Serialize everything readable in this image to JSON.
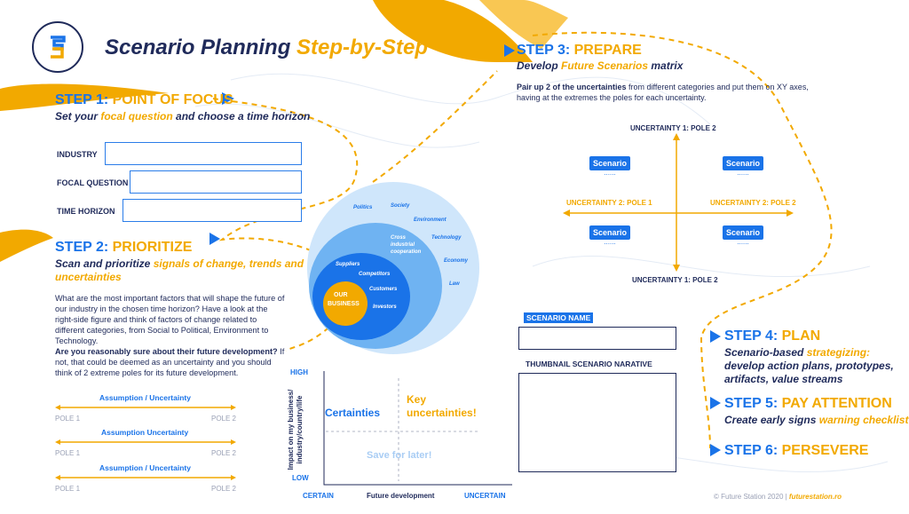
{
  "header": {
    "title_main": "Scenario Planning ",
    "title_accent": "Step-by-Step"
  },
  "step1": {
    "label": "STEP 1:",
    "name": "POINT OF FOCUS",
    "sub_a": "Set your ",
    "sub_b": "focal question",
    "sub_c": " and choose a time horizon",
    "fields": [
      {
        "label": "INDUSTRY",
        "value": ""
      },
      {
        "label": "FOCAL QUESTION",
        "value": ""
      },
      {
        "label": "TIME HORIZON",
        "value": ""
      }
    ]
  },
  "step2": {
    "label": "STEP 2:",
    "name": "PRIORITIZE",
    "sub_a": "Scan and prioritize ",
    "sub_b": "signals of change, trends and",
    "sub_c": "uncertainties",
    "para1": "What are the most important factors that will shape the future of our industry in the chosen time horizon? Have a look at the right-side figure and think of factors of change related to different categories, from Social to Political, Environment to Technology.",
    "para2_bold": "Are you reasonably sure about their future development?",
    "para2_rest": " If not, that could be deemed as an uncertainty and you should think of 2 extreme poles for its future development.",
    "rows": [
      {
        "label": "Assumption / Uncertainty",
        "pole1": "POLE 1",
        "pole2": "POLE 2"
      },
      {
        "label": "Assumption  Uncertainty",
        "pole1": "POLE 1",
        "pole2": "POLE 2"
      },
      {
        "label": "Assumption / Uncertainty",
        "pole1": "POLE 1",
        "pole2": "POLE 2"
      }
    ]
  },
  "circles": {
    "outer": [
      "Politics",
      "Society",
      "Environment",
      "Technology",
      "Economy",
      "Law"
    ],
    "middle": [
      "Cross",
      "industrial",
      "cooperation"
    ],
    "inner": [
      "Suppliers",
      "Competitors",
      "Customers",
      "Investors"
    ],
    "core": [
      "OUR",
      "BUSINESS"
    ]
  },
  "matrix2x2": {
    "high": "HIGH",
    "low": "LOW",
    "ylabel_1": "Impact on my business/",
    "ylabel_2": "industry/country/life",
    "certain": "CERTAIN",
    "uncertain": "UNCERTAIN",
    "xlabel": "Future development",
    "q_cert": "Certainties",
    "q_key_1": "Key",
    "q_key_2": "uncertainties!",
    "q_save": "Save for later!"
  },
  "step3": {
    "label": "STEP 3:",
    "name": "PREPARE",
    "sub_a": "Develop ",
    "sub_b": "Future Scenarios",
    "sub_c": " matrix",
    "text_bold": "Pair up 2 of the uncertainties",
    "text_rest": " from different categories and put them on XY axes, having at the extremes the poles for each uncertainty.",
    "u1p2": "UNCERTAINTY 1: POLE 2",
    "u1p1": "UNCERTAINTY 1: POLE 2",
    "u2p1": "UNCERTAINTY 2: POLE 1",
    "u2p2": "UNCERTAINTY 2: POLE 2",
    "scenario": "Scenario",
    "dots": "......"
  },
  "scenario_form": {
    "name_label": "SCENARIO NAME",
    "name_value": "",
    "thumb_label": "THUMBNAIL SCENARIO NARATIVE",
    "thumb_value": ""
  },
  "step4": {
    "label": "STEP 4:",
    "name": "PLAN",
    "line1_a": "Scenario-based ",
    "line1_b": "strategizing:",
    "line2": "develop action plans, prototypes,",
    "line3": "artifacts, value streams"
  },
  "step5": {
    "label": "STEP 5:",
    "name": "PAY ATTENTION",
    "sub_a": "Create early signs ",
    "sub_b": "warning checklist"
  },
  "step6": {
    "label": "STEP 6:",
    "name": "PERSEVERE"
  },
  "footer": {
    "copy": "© Future Station 2020",
    "sep": " | ",
    "site": "futurestation.ro"
  },
  "colors": {
    "navy": "#1f2a5a",
    "blue": "#1a73e8",
    "gold": "#f2a900",
    "light_blue": "#cfe6fb"
  }
}
